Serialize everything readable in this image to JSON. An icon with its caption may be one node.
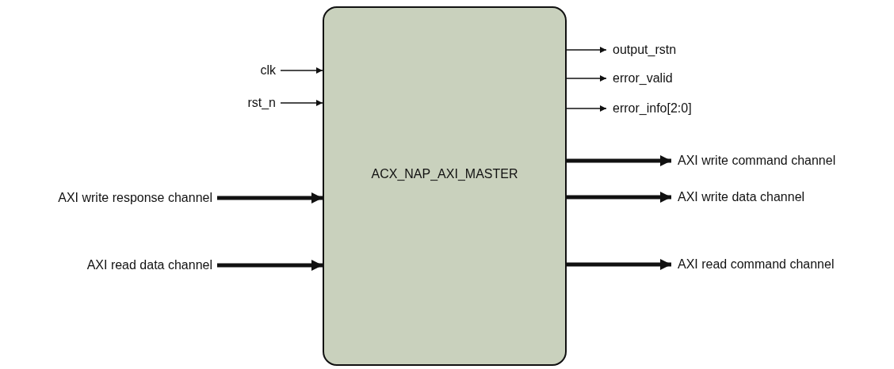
{
  "diagram": {
    "nodes": [
      {
        "text": [
          "ACX_NAP_AXI_MASTER"
        ]
      },
      {
        "text": [
          "clk"
        ]
      },
      {
        "text": [
          "rst_n"
        ]
      },
      {
        "text": [
          "AXI write response channel"
        ]
      },
      {
        "text": [
          "AXI read data channel"
        ]
      },
      {
        "text": [
          "output_rstn"
        ]
      },
      {
        "text": [
          "error_valid"
        ]
      },
      {
        "text": [
          "error_info[2:0]"
        ]
      },
      {
        "text": [
          "AXI write command channel"
        ]
      },
      {
        "text": [
          "AXI write data channel"
        ]
      },
      {
        "text": [
          "AXI read command channel"
        ]
      }
    ],
    "edges": [
      {
        "from": 1,
        "to": 0,
        "arrow": "to"
      },
      {
        "from": 2,
        "to": 0,
        "arrow": "to"
      },
      {
        "from": 3,
        "to": 0,
        "arrow": "to",
        "style": "thick"
      },
      {
        "from": 4,
        "to": 0,
        "arrow": "to",
        "style": "thick"
      },
      {
        "from": 0,
        "to": 5,
        "arrow": "to"
      },
      {
        "from": 0,
        "to": 6,
        "arrow": "to"
      },
      {
        "from": 0,
        "to": 7,
        "arrow": "to"
      },
      {
        "from": 0,
        "to": 8,
        "arrow": "to",
        "style": "thick"
      },
      {
        "from": 0,
        "to": 9,
        "arrow": "to",
        "style": "thick"
      },
      {
        "from": 0,
        "to": 10,
        "arrow": "to",
        "style": "thick"
      }
    ]
  }
}
